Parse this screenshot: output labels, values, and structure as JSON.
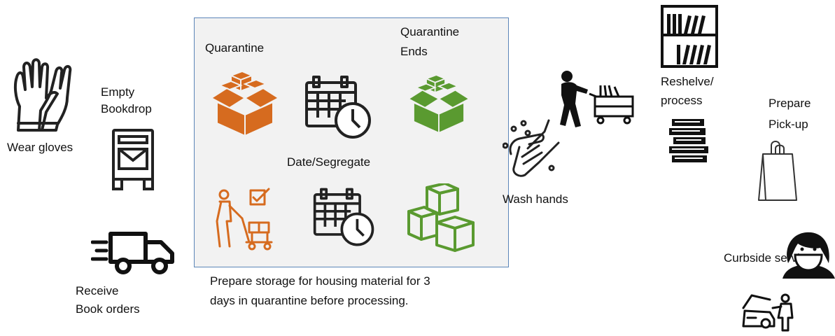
{
  "labels": {
    "wear_gloves": "Wear gloves",
    "empty_bookdrop_1": "Empty",
    "empty_bookdrop_2": "Bookdrop",
    "receive_1": "Receive",
    "receive_2": "Book orders",
    "quarantine": "Quarantine",
    "quarantine_ends_1": "Quarantine",
    "quarantine_ends_2": "Ends",
    "date_segregate": "Date/Segregate",
    "caption_1": "Prepare storage for housing material for 3",
    "caption_2": "days in quarantine before processing.",
    "wash_hands": "Wash hands",
    "reshelve_1": "Reshelve/",
    "reshelve_2": "process",
    "prepare_pickup_1": "Prepare",
    "prepare_pickup_2": "Pick-up",
    "curbside": "Curbside service"
  },
  "icons": {
    "gloves": "gloves-icon",
    "bookdrop": "mailbox-icon",
    "truck": "delivery-truck-icon",
    "box_orange": "open-box-icon",
    "calendar_top": "calendar-clock-icon",
    "box_green": "open-box-icon",
    "worker": "worker-dolly-icon",
    "calendar_bottom": "calendar-clock-icon",
    "boxes_green": "stacked-boxes-icon",
    "cart_person": "person-book-cart-icon",
    "wash": "wash-hands-icon",
    "bookshelf": "bookshelf-icon",
    "books": "book-stack-icon",
    "bag": "shopping-bag-icon",
    "masked_person": "masked-person-icon",
    "car": "car-trunk-icon"
  },
  "colors": {
    "orange": "#d66b1f",
    "green": "#5a9a30",
    "box_border": "#5b85b8",
    "box_fill": "#f2f2f2",
    "icon_dark": "#1a1a1a"
  }
}
